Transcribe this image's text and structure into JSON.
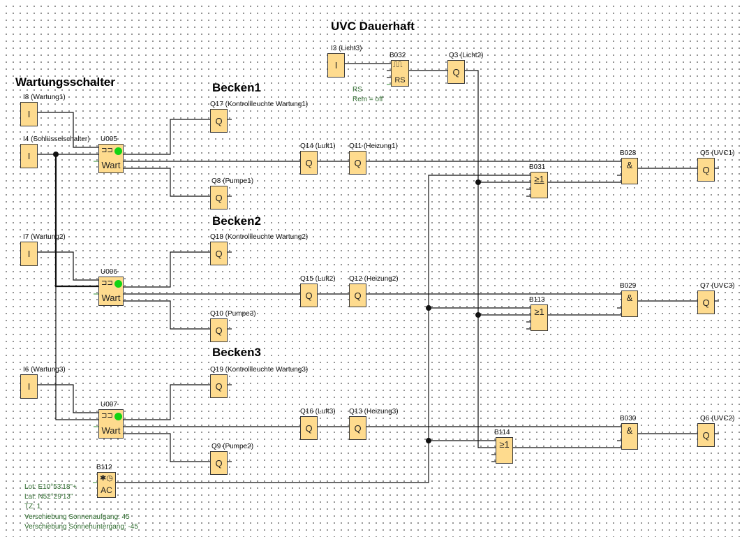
{
  "headings": {
    "uvc": "UVC Dauerhaft",
    "wartung": "Wartungsschalter",
    "becken1": "Becken1",
    "becken2": "Becken2",
    "becken3": "Becken3"
  },
  "inputs": [
    {
      "id": "I8",
      "label": "I8 (Wartung1)",
      "symbol": "I"
    },
    {
      "id": "I4",
      "label": "I4 (Schlüsselschalter)",
      "symbol": "I"
    },
    {
      "id": "I7",
      "label": "I7 (Wartung2)",
      "symbol": "I"
    },
    {
      "id": "I6",
      "label": "I6 (Wartung3)",
      "symbol": "I"
    },
    {
      "id": "I3",
      "label": "I3 (Licht3)",
      "symbol": "I"
    }
  ],
  "udf_blocks": [
    {
      "id": "U005",
      "label": "U005",
      "text": "Wart"
    },
    {
      "id": "U006",
      "label": "U006",
      "text": "Wart"
    },
    {
      "id": "U007",
      "label": "U007",
      "text": "Wart"
    }
  ],
  "outputs": [
    {
      "id": "Q17",
      "label": "Q17 (Kontrollleuchte Wartung1)",
      "symbol": "Q"
    },
    {
      "id": "Q8",
      "label": "Q8 (Pumpe1)",
      "symbol": "Q"
    },
    {
      "id": "Q14",
      "label": "Q14 (Luft1)",
      "symbol": "Q"
    },
    {
      "id": "Q11",
      "label": "Q11 (Heizung1)",
      "symbol": "Q"
    },
    {
      "id": "Q18",
      "label": "Q18 (Kontrollleuchte Wartung2)",
      "symbol": "Q"
    },
    {
      "id": "Q10",
      "label": "Q10 (Pumpe3)",
      "symbol": "Q"
    },
    {
      "id": "Q15",
      "label": "Q15 (Luft2)",
      "symbol": "Q"
    },
    {
      "id": "Q12",
      "label": "Q12 (Heizung2)",
      "symbol": "Q"
    },
    {
      "id": "Q19",
      "label": "Q19 (Kontrollleuchte Wartung3)",
      "symbol": "Q"
    },
    {
      "id": "Q9",
      "label": "Q9 (Pumpe2)",
      "symbol": "Q"
    },
    {
      "id": "Q16",
      "label": "Q16 (Luft3)",
      "symbol": "Q"
    },
    {
      "id": "Q13",
      "label": "Q13 (Heizung3)",
      "symbol": "Q"
    },
    {
      "id": "Q3",
      "label": "Q3 (Licht2)",
      "symbol": "Q"
    },
    {
      "id": "Q5",
      "label": "Q5 (UVC1)",
      "symbol": "Q"
    },
    {
      "id": "Q7",
      "label": "Q7 (UVC3)",
      "symbol": "Q"
    },
    {
      "id": "Q6",
      "label": "Q6 (UVC2)",
      "symbol": "Q"
    }
  ],
  "logic_blocks": [
    {
      "id": "B032",
      "label": "B032",
      "symbol": "RS"
    },
    {
      "id": "B031",
      "label": "B031",
      "symbol": "≥1"
    },
    {
      "id": "B113",
      "label": "B113",
      "symbol": "≥1"
    },
    {
      "id": "B114",
      "label": "B114",
      "symbol": "≥1"
    },
    {
      "id": "B028",
      "label": "B028",
      "symbol": "&"
    },
    {
      "id": "B029",
      "label": "B029",
      "symbol": "&"
    },
    {
      "id": "B030",
      "label": "B030",
      "symbol": "&"
    },
    {
      "id": "B112",
      "label": "B112",
      "symbol": "AC"
    }
  ],
  "notes": {
    "b032_mode": "RS",
    "b032_rem": "Rem = off",
    "astro": [
      "Lot: E10°53'18\"+",
      "Lat: N52°29'13\"",
      "TZ: 1",
      "Verschiebung Sonnenaufgang: 45",
      "Verschiebung Sonnehuntergang: -45"
    ]
  },
  "colors": {
    "block_fill": "#fedb8e",
    "led_on": "#13d313",
    "note_text": "#2e6b2e"
  }
}
